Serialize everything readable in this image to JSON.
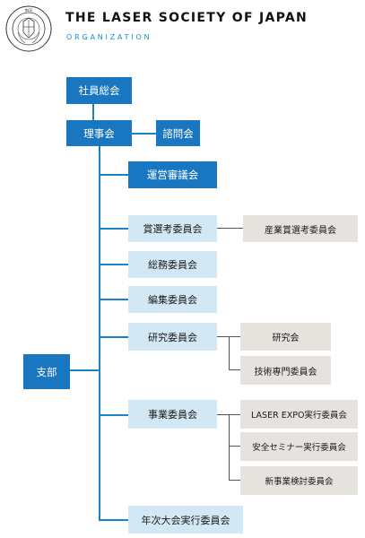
{
  "header": {
    "title": "THE LASER SOCIETY OF JAPAN",
    "subtitle": "ORGANIZATION",
    "logo_text": "THE LASER SOCIETY OF JAPAN"
  },
  "org": {
    "general_assembly": "社員総会",
    "board": "理事会",
    "advisory": "諮問会",
    "steering": "運営審議会",
    "award_committee": "賞選考委員会",
    "industry_award": "産業賞選考委員会",
    "general_affairs": "総務委員会",
    "editorial": "編集委員会",
    "research_committee": "研究委員会",
    "research_group": "研究会",
    "technical_experts": "技術専門委員会",
    "business_committee": "事業委員会",
    "laser_expo": "LASER  EXPO実行委員会",
    "safety_seminar": "安全セミナー実行委員会",
    "new_business": "新事業検討委員会",
    "annual_meeting": "年次大会実行委員会",
    "branches": "支部"
  },
  "colors": {
    "primary": "#1976c0",
    "light": "#d3e8f5",
    "gray": "#e6e3df",
    "accent": "#1a8fc9"
  }
}
